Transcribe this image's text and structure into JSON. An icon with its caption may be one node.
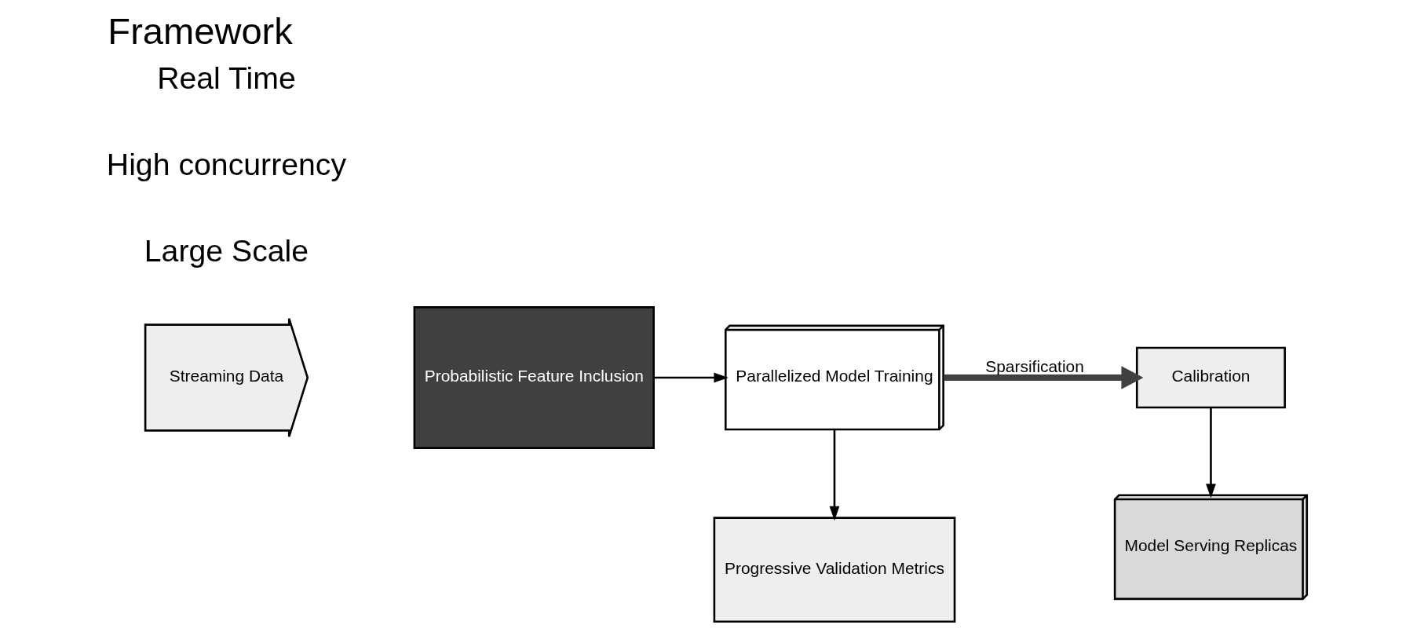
{
  "diagram": {
    "title": "Framework",
    "nodes": [
      {
        "text": [
          "Streaming Data"
        ]
      },
      {
        "text": [
          "Probabilistic Feature Inclusion"
        ]
      },
      {
        "text": [
          "Parallelized Model Training"
        ]
      },
      {
        "text": [
          "Progressive Validation Metrics"
        ]
      },
      {
        "text": [
          "Calibration"
        ]
      },
      {
        "text": [
          "Model Serving Replicas"
        ]
      }
    ],
    "edges": [
      {
        "from": 1,
        "to": 2,
        "arrow": "to"
      },
      {
        "from": 2,
        "to": 4,
        "arrow": "to",
        "label": "Sparsification",
        "style": "thick",
        "color": "#404040"
      },
      {
        "from": 2,
        "to": 3,
        "arrow": "to"
      },
      {
        "from": 4,
        "to": 5,
        "arrow": "to"
      }
    ],
    "labels": [
      "Large Scale",
      "High concurrency",
      "Real Time"
    ]
  }
}
